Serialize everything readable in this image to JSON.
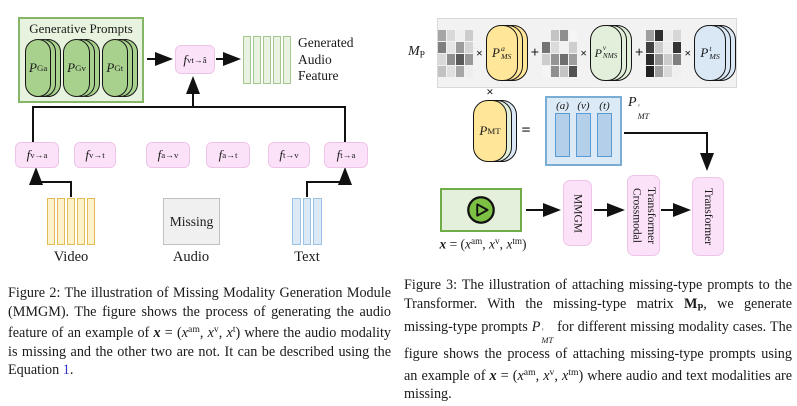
{
  "figure2": {
    "panel_title": "Generative Prompts",
    "gen_pills": [
      {
        "label": [
          {
            "t": "P",
            "cls": "mi"
          },
          {
            "t": "Ga",
            "cls": "sub"
          }
        ],
        "style": "--fill:#a9d18e"
      },
      {
        "label": [
          {
            "t": "P",
            "cls": "mi"
          },
          {
            "t": "Gv",
            "cls": "sub"
          }
        ],
        "style": "--fill:#a9d18e"
      },
      {
        "label": [
          {
            "t": "P",
            "cls": "mi"
          },
          {
            "t": "Gt",
            "cls": "sub"
          }
        ],
        "style": "--fill:#a9d18e"
      }
    ],
    "fusion_label": [
      {
        "t": "f",
        "cls": "mi"
      },
      {
        "t": "vt→â",
        "cls": "sub"
      }
    ],
    "feature_label_lines": [
      "Generated",
      "Audio",
      "Feature"
    ],
    "feature_stripes": 5,
    "feature_style": "--sfill:#eaf3e3;--sedge:#a3c78c",
    "f_boxes": [
      {
        "label": [
          {
            "t": "f",
            "cls": "mi"
          },
          {
            "t": "v→a",
            "cls": "sub"
          }
        ]
      },
      {
        "label": [
          {
            "t": "f",
            "cls": "mi"
          },
          {
            "t": "v→t",
            "cls": "sub"
          }
        ]
      },
      {
        "label": [
          {
            "t": "f",
            "cls": "mi"
          },
          {
            "t": "a→v",
            "cls": "sub"
          }
        ]
      },
      {
        "label": [
          {
            "t": "f",
            "cls": "mi"
          },
          {
            "t": "a→t",
            "cls": "sub"
          }
        ]
      },
      {
        "label": [
          {
            "t": "f",
            "cls": "mi"
          },
          {
            "t": "t→v",
            "cls": "sub"
          }
        ]
      },
      {
        "label": [
          {
            "t": "f",
            "cls": "mi"
          },
          {
            "t": "t→a",
            "cls": "sub"
          }
        ]
      }
    ],
    "video": {
      "stripes": 5,
      "style": "--sfill:#fdf2cb;--sedge:#e3bb55",
      "label": "Video"
    },
    "audio": {
      "missing": "Missing",
      "label": "Audio"
    },
    "text": {
      "stripes": 3,
      "style": "--sfill:#dbe8f6;--sedge:#9cc2e5",
      "label": "Text"
    },
    "caption": [
      "Figure 2:  The illustration of Missing Modality Generation Module (MMGM). The figure shows the process of generating the audio feature of an example of ",
      {
        "t": "x",
        "cls": "mbi"
      },
      " = (",
      {
        "t": "x",
        "cls": "mi"
      },
      {
        "t": "am",
        "cls": "sup"
      },
      ", ",
      {
        "t": "x",
        "cls": "mi"
      },
      {
        "t": "v",
        "cls": "sup"
      },
      ", ",
      {
        "t": "x",
        "cls": "mi"
      },
      {
        "t": "t",
        "cls": "sup"
      },
      ") where the audio modality is missing and the other two are not. It can be described using the Equation ",
      {
        "t": "1",
        "cls": "link"
      },
      "."
    ]
  },
  "figure3": {
    "mp_label": [
      {
        "t": "M",
        "cls": "mi"
      },
      {
        "t": "P",
        "cls": "sub"
      }
    ],
    "ops": {
      "times": "×",
      "plus": "+",
      "equals": "="
    },
    "terms": [
      {
        "matrix": [
          "#a6a6a6",
          "#d9d9d9",
          "#efefef",
          "#cccccc",
          "#7f7f7f",
          "#e5e5e5",
          "#9c9c9c",
          "#d4d4d4",
          "#d9d9d9",
          "#8f8f8f",
          "#595959",
          "#999999",
          "#c2c2c2",
          "#e0e0e0",
          "#a6a6a6",
          "#ededed"
        ],
        "pill_label": [
          {
            "t": "P",
            "cls": "mi",
            "sup": "a",
            "sub": "MS"
          }
        ],
        "pill_style": "--fill:#ffe699"
      },
      {
        "matrix": [
          "#f2f2f2",
          "#c4c4c4",
          "#8f8f8f",
          "#f5f5f5",
          "#737373",
          "#dbdbdb",
          "#f2f2f2",
          "#cfcfcf",
          "#cccccc",
          "#949494",
          "#6e6e6e",
          "#9e9e9e",
          "#f5f5f5",
          "#8f8f8f",
          "#c4c4c4",
          "#525252"
        ],
        "pill_label": [
          {
            "t": "P",
            "cls": "mi",
            "sup": "v",
            "sub": "NMS"
          }
        ],
        "pill_style": "--fill:#e2efda"
      },
      {
        "matrix": [
          "#9e9e9e",
          "#2e2e2e",
          "#ededed",
          "#d6d6d6",
          "#404040",
          "#cccccc",
          "#ededed",
          "#333333",
          "#2b2b2b",
          "#8f8f8f",
          "#cccccc",
          "#808080",
          "#212121",
          "#9e9e9e",
          "#d9d9d9",
          "#efefef"
        ],
        "pill_label": [
          {
            "t": "P",
            "cls": "mi",
            "sup": "t",
            "sub": "MS"
          }
        ],
        "pill_style": "--fill:#dae7f5"
      }
    ],
    "pmt": {
      "label": [
        {
          "t": "P",
          "cls": "mi"
        },
        {
          "t": "MT",
          "cls": "sub"
        }
      ],
      "style": "--fill:#ffe699;--l1:#e2efda;--l2:#dae7f5"
    },
    "prompt_box": {
      "column_labels": [
        "(a)",
        "(v)",
        "(t)"
      ],
      "name_label": [
        {
          "t": "P",
          "cls": "mi",
          "sup": "′",
          "sub": "MT"
        }
      ]
    },
    "input_label": [
      {
        "t": "x",
        "cls": "mbi"
      },
      " = (",
      {
        "t": "x",
        "cls": "mi"
      },
      {
        "t": "am",
        "cls": "sup"
      },
      ", ",
      {
        "t": "x",
        "cls": "mi"
      },
      {
        "t": "v",
        "cls": "sup"
      },
      ", ",
      {
        "t": "x",
        "cls": "mi"
      },
      {
        "t": "tm",
        "cls": "sup"
      },
      ")"
    ],
    "pipeline": [
      {
        "label": "MMGM"
      },
      {
        "label": "Crossmodal\nTransformer"
      },
      {
        "label": "Transformer"
      }
    ],
    "caption": [
      "Figure 3:  The illustration of attaching missing-type prompts to the Transformer.  With the missing-type matrix ",
      {
        "t": "M",
        "cls": "mb"
      },
      {
        "t": "P",
        "cls": "sub mb"
      },
      ", we generate missing-type prompts ",
      {
        "t": "P",
        "cls": "mi",
        "sup": "′",
        "sub": "MT"
      },
      " for different missing modality cases. The figure shows the process of attaching missing-type prompts using an example of ",
      {
        "t": "x",
        "cls": "mbi"
      },
      " = (",
      {
        "t": "x",
        "cls": "mi"
      },
      {
        "t": "am",
        "cls": "sup"
      },
      ", ",
      {
        "t": "x",
        "cls": "mi"
      },
      {
        "t": "v",
        "cls": "sup"
      },
      ", ",
      {
        "t": "x",
        "cls": "mi"
      },
      {
        "t": "tm",
        "cls": "sup"
      },
      ") where audio and text modalities are missing."
    ]
  }
}
